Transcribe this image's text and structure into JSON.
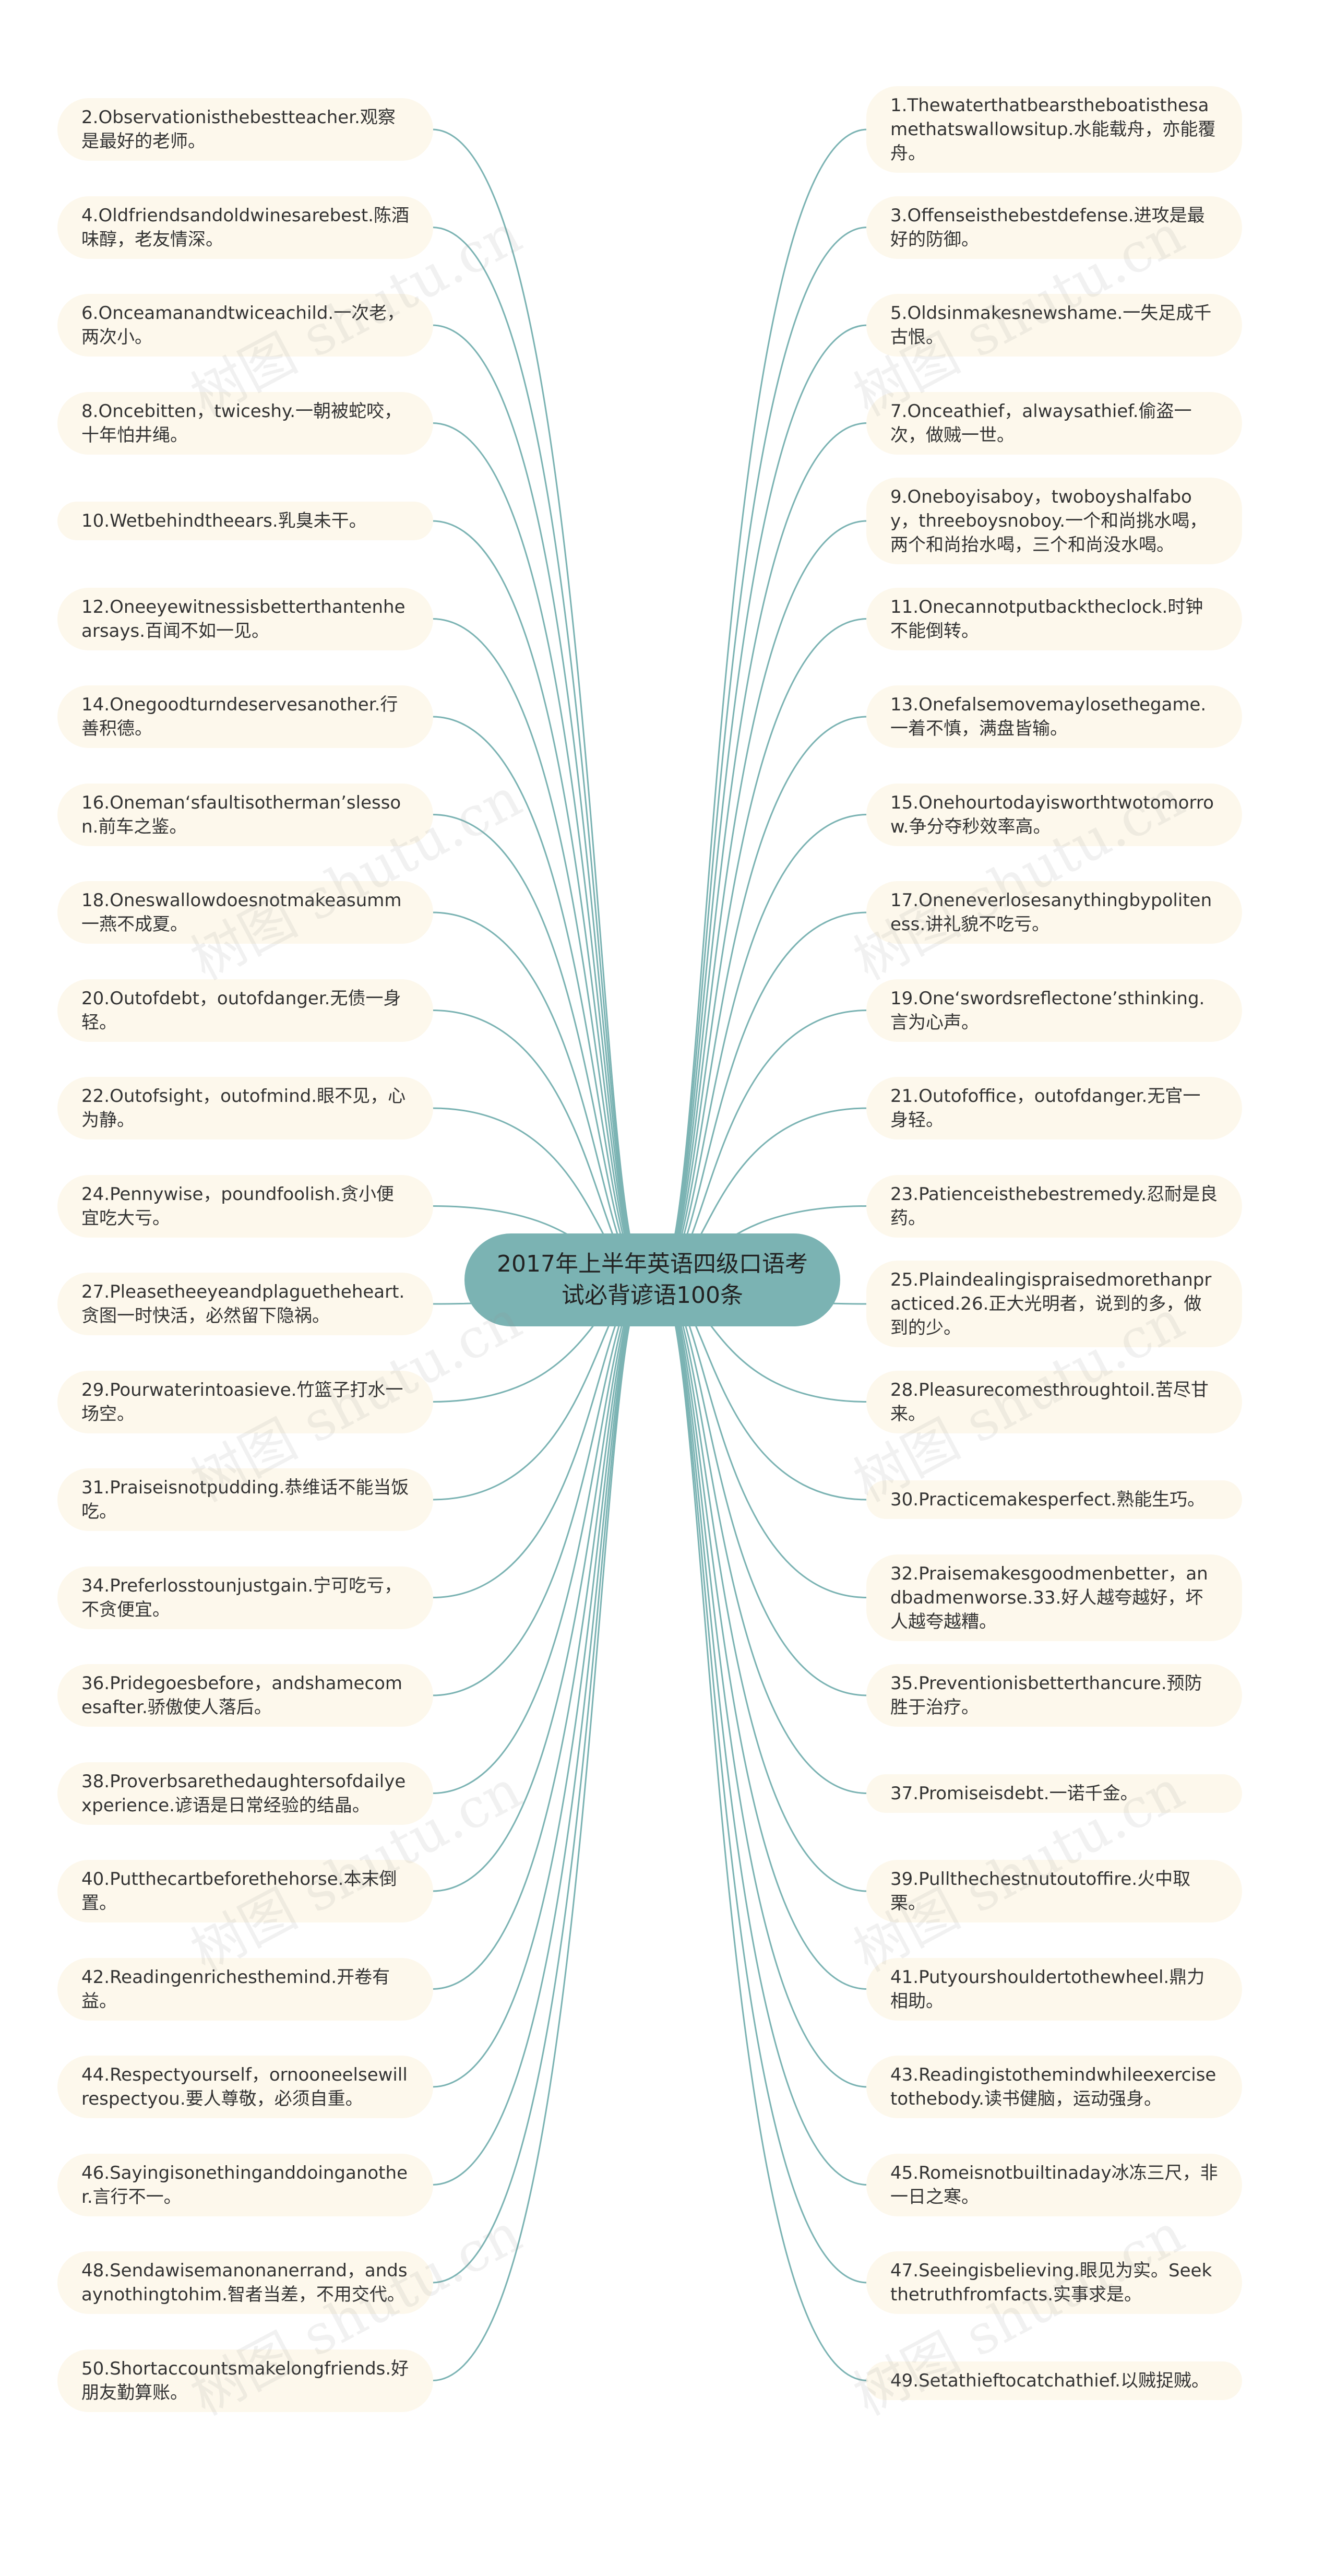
{
  "root": {
    "text": "2017年上半年英语四级口语考试必背谚语100条"
  },
  "left": [
    "2.Observationisthebestteacher.观察是最好的老师。",
    "4.Oldfriendsandoldwinesarebest.陈酒味醇，老友情深。",
    "6.Onceamanandtwiceachild.一次老，两次小。",
    "8.Oncebitten，twiceshy.一朝被蛇咬，十年怕井绳。",
    "10.Wetbehindtheears.乳臭未干。",
    "12.Oneeyewitnessisbetterthantenhearsays.百闻不如一见。",
    "14.Onegoodturndeservesanother.行善积德。",
    "16.Oneman‘sfaultisotherman’slesson.前车之鉴。",
    "18.Oneswallowdoesnotmakeasumm一燕不成夏。",
    "20.Outofdebt，outofdanger.无债一身轻。",
    "22.Outofsight，outofmind.眼不见，心为静。",
    "24.Pennywise，poundfoolish.贪小便宜吃大亏。",
    "27.Pleasetheeyeandplaguetheheart.贪图一时快活，必然留下隐祸。",
    "29.Pourwaterintoasieve.竹篮子打水一场空。",
    "31.Praiseisnotpudding.恭维话不能当饭吃。",
    "34.Preferlosstounjustgain.宁可吃亏，不贪便宜。",
    "36.Pridegoesbefore，andshamecomesafter.骄傲使人落后。",
    "38.Proverbsarethedaughtersofdailyexperience.谚语是日常经验的结晶。",
    "40.Putthecartbeforethehorse.本末倒置。",
    "42.Readingenrichesthemind.开卷有益。",
    "44.Respectyourself，ornooneelsewillrespectyou.要人尊敬，必须自重。",
    "46.Sayingisonethinganddoinganother.言行不一。",
    "48.Sendawisemanonanerrand，andsaynothingtohim.智者当差，不用交代。",
    "50.Shortaccountsmakelongfriends.好朋友勤算账。"
  ],
  "right": [
    "1.Thewaterthatbearstheboatisthesamethatswallowsitup.水能载舟，亦能覆舟。",
    "3.Offenseisthebestdefense.进攻是最好的防御。",
    "5.Oldsinmakesnewshame.一失足成千古恨。",
    "7.Onceathief，alwaysathief.偷盗一次，做贼一世。",
    "9.Oneboyisaboy，twoboyshalfaboy，threeboysnoboy.一个和尚挑水喝，两个和尚抬水喝，三个和尚没水喝。",
    "11.Onecannotputbacktheclock.时钟不能倒转。",
    "13.Onefalsemovemaylosethegame.一着不慎，满盘皆输。",
    "15.Onehourtodayisworthtwotomorrow.争分夺秒效率高。",
    "17.Oneneverlosesanythingbypoliteness.讲礼貌不吃亏。",
    "19.One‘swordsreflectone’sthinking.言为心声。",
    "21.Outofoffice，outofdanger.无官一身轻。",
    "23.Patienceisthebestremedy.忍耐是良药。",
    "25.Plaindealingispraisedmorethanpracticed.26.正大光明者，说到的多，做到的少。",
    "28.Pleasurecomesthroughtoil.苦尽甘来。",
    "30.Practicemakesperfect.熟能生巧。",
    "32.Praisemakesgoodmenbetter，andbadmenworse.33.好人越夸越好，坏人越夸越糟。",
    "35.Preventionisbetterthancure.预防胜于治疗。",
    "37.Promiseisdebt.一诺千金。",
    "39.Pullthechestnutoutoffire.火中取栗。",
    "41.Putyourshouldertothewheel.鼎力相助。",
    "43.Readingistothemindwhileexercisetothebody.读书健脑，运动强身。",
    "45.Romeisnotbuiltinaday冰冻三尺，非一日之寒。",
    "47.Seeingisbelieving.眼见为实。Seekthetruthfromfacts.实事求是。",
    "49.Setathieftocatchathief.以贼捉贼。"
  ],
  "watermark": "树图 shutu.cn",
  "colors": {
    "link": "#7bb3b3",
    "node_bg": "#fdf8ec",
    "root_bg": "#7bb3b3",
    "text": "#333333"
  }
}
